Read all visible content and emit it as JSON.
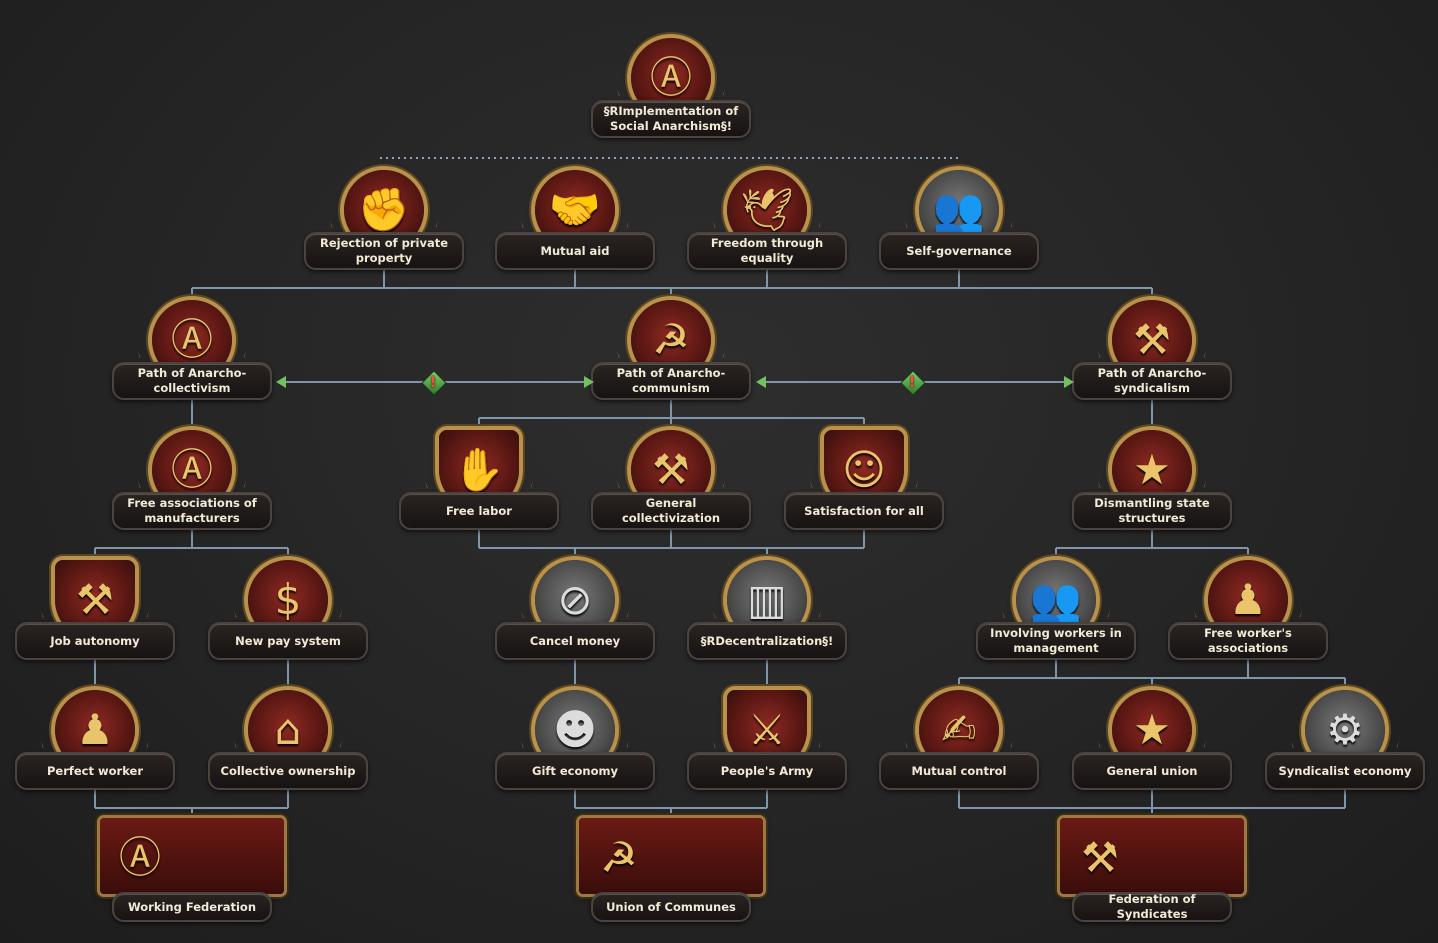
{
  "tree": {
    "root": {
      "label": "§RImplementation of Social Anarchism§!",
      "icon": "anarchy-star-emblem-icon"
    },
    "tier1": [
      {
        "label": "Rejection of private property",
        "icon": "fist-smashing-house-icon"
      },
      {
        "label": "Mutual aid",
        "icon": "handshake-grip-icon"
      },
      {
        "label": "Freedom through equality",
        "icon": "doves-flying-icon"
      },
      {
        "label": "Self-governance",
        "icon": "workers-assembly-icon"
      }
    ],
    "paths": [
      {
        "label": "Path of Anarcho-collectivism",
        "icon": "anarchy-star-wreath-icon"
      },
      {
        "label": "Path of Anarcho-communism",
        "icon": "hammer-sickle-star-wreath-icon"
      },
      {
        "label": "Path of Anarcho-syndicalism",
        "icon": "hammer-pick-star-wreath-icon"
      }
    ],
    "collectivism": {
      "free_associations": {
        "label": "Free associations of manufacturers",
        "icon": "anarchy-assembly-icon"
      },
      "job_autonomy": {
        "label": "Job autonomy",
        "icon": "workers-labor-shield-icon"
      },
      "new_pay_system": {
        "label": "New pay system",
        "icon": "money-notes-icon"
      },
      "perfect_worker": {
        "label": "Perfect worker",
        "icon": "worker-statue-icon"
      },
      "collective_ownership": {
        "label": "Collective ownership",
        "icon": "farm-buildings-icon"
      },
      "working_federation": {
        "label": "Working Federation",
        "icon": "federation-banner-icon"
      }
    },
    "communism": {
      "free_labor": {
        "label": "Free labor",
        "icon": "worker-handshake-icon"
      },
      "general_collectivization": {
        "label": "General collectivization",
        "icon": "crowd-hammers-icon"
      },
      "satisfaction_for_all": {
        "label": "Satisfaction for all",
        "icon": "people-portrait-shield-icon"
      },
      "cancel_money": {
        "label": "Cancel money",
        "icon": "no-money-icon"
      },
      "decentralization": {
        "label": "§RDecentralization§!",
        "icon": "city-factory-icon"
      },
      "gift_economy": {
        "label": "Gift economy",
        "icon": "mask-faces-icon"
      },
      "peoples_army": {
        "label": "People's Army",
        "icon": "militia-soldiers-icon"
      },
      "union_of_communes": {
        "label": "Union of Communes",
        "icon": "communes-banner-icon"
      }
    },
    "syndicalism": {
      "dismantling": {
        "label": "Dismantling state structures",
        "icon": "star-over-ruins-icon"
      },
      "involving_workers": {
        "label": "Involving workers in management",
        "icon": "workers-meeting-icon"
      },
      "free_workers_associations": {
        "label": "Free worker's associations",
        "icon": "workers-crowd-icon"
      },
      "mutual_control": {
        "label": "Mutual control",
        "icon": "hands-papers-icon"
      },
      "general_union": {
        "label": "General union",
        "icon": "star-book-icon"
      },
      "syndicalist_economy": {
        "label": "Syndicalist economy",
        "icon": "gear-factory-icon"
      },
      "federation_of_syndicates": {
        "label": "Federation of Syndicates",
        "icon": "syndicates-banner-icon"
      }
    },
    "mutex_marker": "!"
  }
}
